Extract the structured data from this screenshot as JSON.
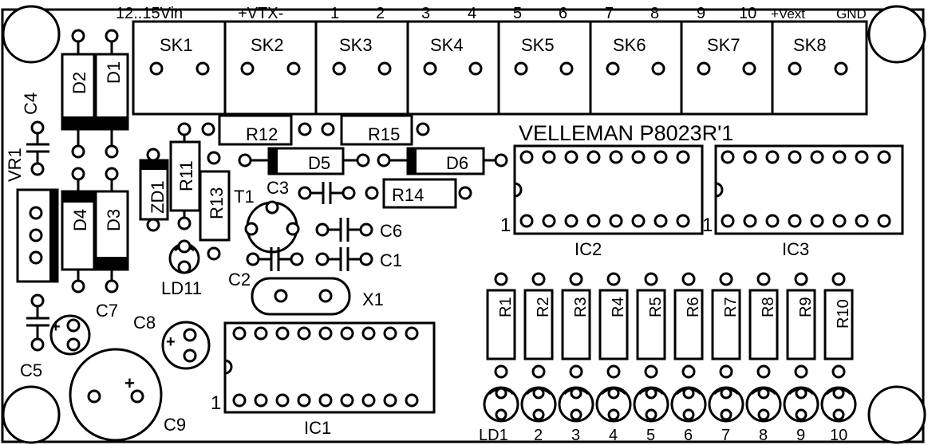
{
  "header": {
    "supply_label": "12..15Vin",
    "vtx_label": "+VTX-",
    "out_numbers": [
      "1",
      "2",
      "3",
      "4",
      "5",
      "6",
      "7",
      "8",
      "9",
      "10"
    ],
    "vext_label": "+Vext",
    "gnd_label": "GND"
  },
  "connectors": [
    "SK1",
    "SK2",
    "SK3",
    "SK4",
    "SK5",
    "SK6",
    "SK7",
    "SK8"
  ],
  "board_title": "VELLEMAN  P8023R'1",
  "ics": {
    "ic1": {
      "label": "IC1",
      "pin1": "1"
    },
    "ic2": {
      "label": "IC2",
      "pin1": "1"
    },
    "ic3": {
      "label": "IC3",
      "pin1": "1"
    }
  },
  "resistors": {
    "top": [
      "R12",
      "R15"
    ],
    "mid": [
      "R11",
      "R13",
      "R14"
    ],
    "bank": [
      "R1",
      "R2",
      "R3",
      "R4",
      "R5",
      "R6",
      "R7",
      "R8",
      "R9",
      "R10"
    ]
  },
  "diodes": [
    "D1",
    "D2",
    "D3",
    "D4",
    "D5",
    "D6"
  ],
  "zener": "ZD1",
  "capacitors": {
    "c1": "C1",
    "c2": "C2",
    "c3": "C3",
    "c4": "C4",
    "c5": "C5",
    "c6": "C6",
    "c7": "C7",
    "c8": "C8",
    "c9": "C9"
  },
  "polarity_mark": "+",
  "transistor": "T1",
  "regulator": "VR1",
  "crystal": "X1",
  "power_led": "LD11",
  "led_labels": [
    "LD1",
    "2",
    "3",
    "4",
    "5",
    "6",
    "7",
    "8",
    "9",
    "10"
  ]
}
